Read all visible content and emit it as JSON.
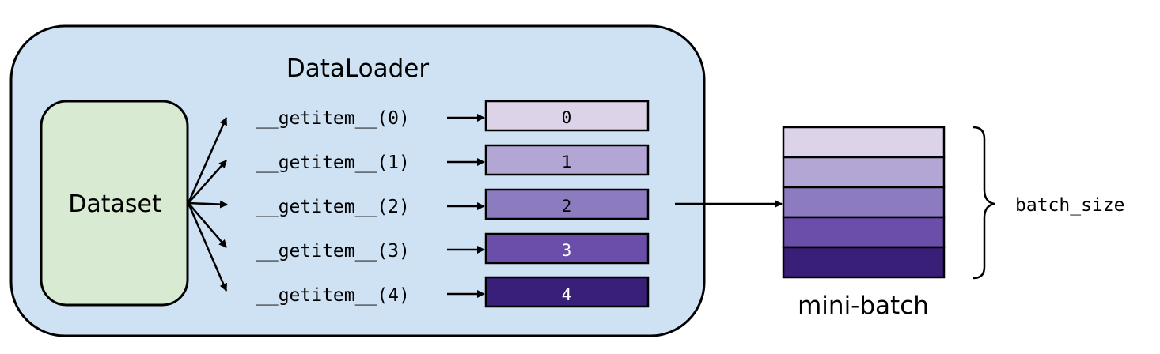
{
  "dataloader": {
    "title": "DataLoader",
    "fill": "#cfe2f3"
  },
  "dataset": {
    "label": "Dataset",
    "fill": "#d9ead3"
  },
  "getitem_calls": [
    {
      "label": "__getitem__(0)",
      "index": "0",
      "fill": "#dcd3e9",
      "text_color": "#000000"
    },
    {
      "label": "__getitem__(1)",
      "index": "1",
      "fill": "#b3a6d4",
      "text_color": "#000000"
    },
    {
      "label": "__getitem__(2)",
      "index": "2",
      "fill": "#8d7bc0",
      "text_color": "#000000"
    },
    {
      "label": "__getitem__(3)",
      "index": "3",
      "fill": "#6a4eaa",
      "text_color": "#ffffff"
    },
    {
      "label": "__getitem__(4)",
      "index": "4",
      "fill": "#3a1f78",
      "text_color": "#ffffff"
    }
  ],
  "mini_batch": {
    "label": "mini-batch",
    "batch_size_label": "batch_size"
  }
}
